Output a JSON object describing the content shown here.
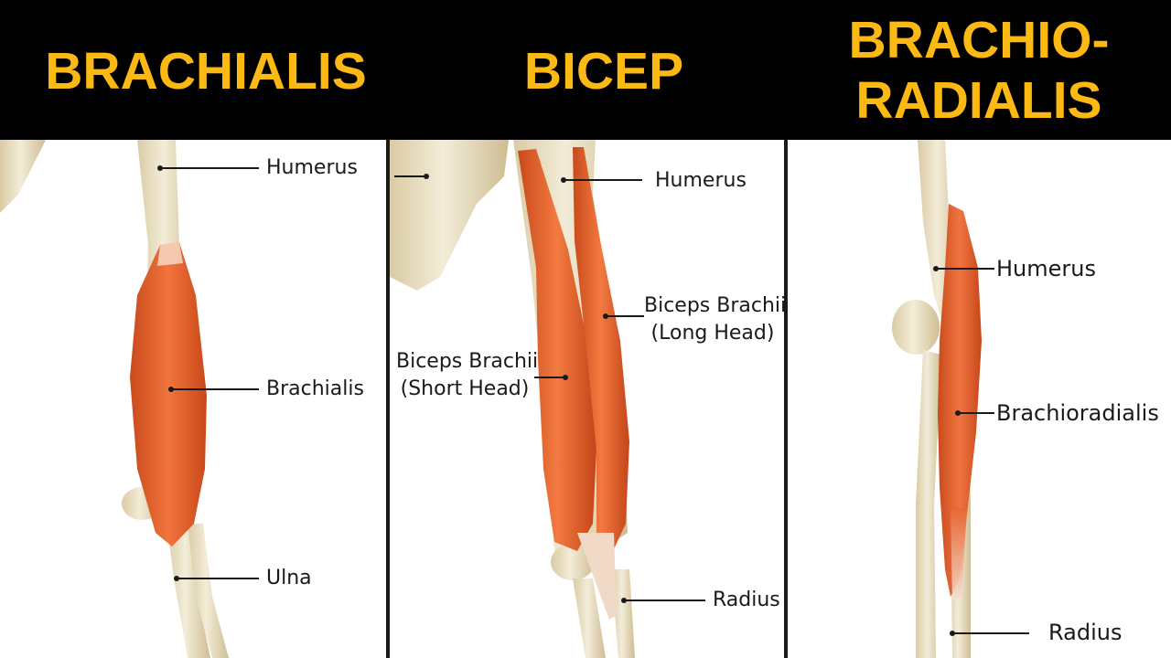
{
  "titles": {
    "brachialis": "BRACHIALIS",
    "bicep": "BICEP",
    "brachioradialis_line1": "BRACHIO-",
    "brachioradialis_line2": "RADIALIS"
  },
  "panel1": {
    "humerus": "Humerus",
    "brachialis": "Brachialis",
    "ulna": "Ulna"
  },
  "panel2": {
    "humerus": "Humerus",
    "long_head_line1": "Biceps Brachii",
    "long_head_line2": "(Long Head)",
    "short_head_line1": "Biceps Brachii",
    "short_head_line2": "(Short Head)",
    "radius": "Radius"
  },
  "panel3": {
    "humerus": "Humerus",
    "brachioradialis": "Brachioradialis",
    "radius": "Radius"
  },
  "colors": {
    "header_bg": "#000000",
    "title_text": "#FDB913",
    "muscle": "#E8622E",
    "bone": "#EDE3C8"
  }
}
